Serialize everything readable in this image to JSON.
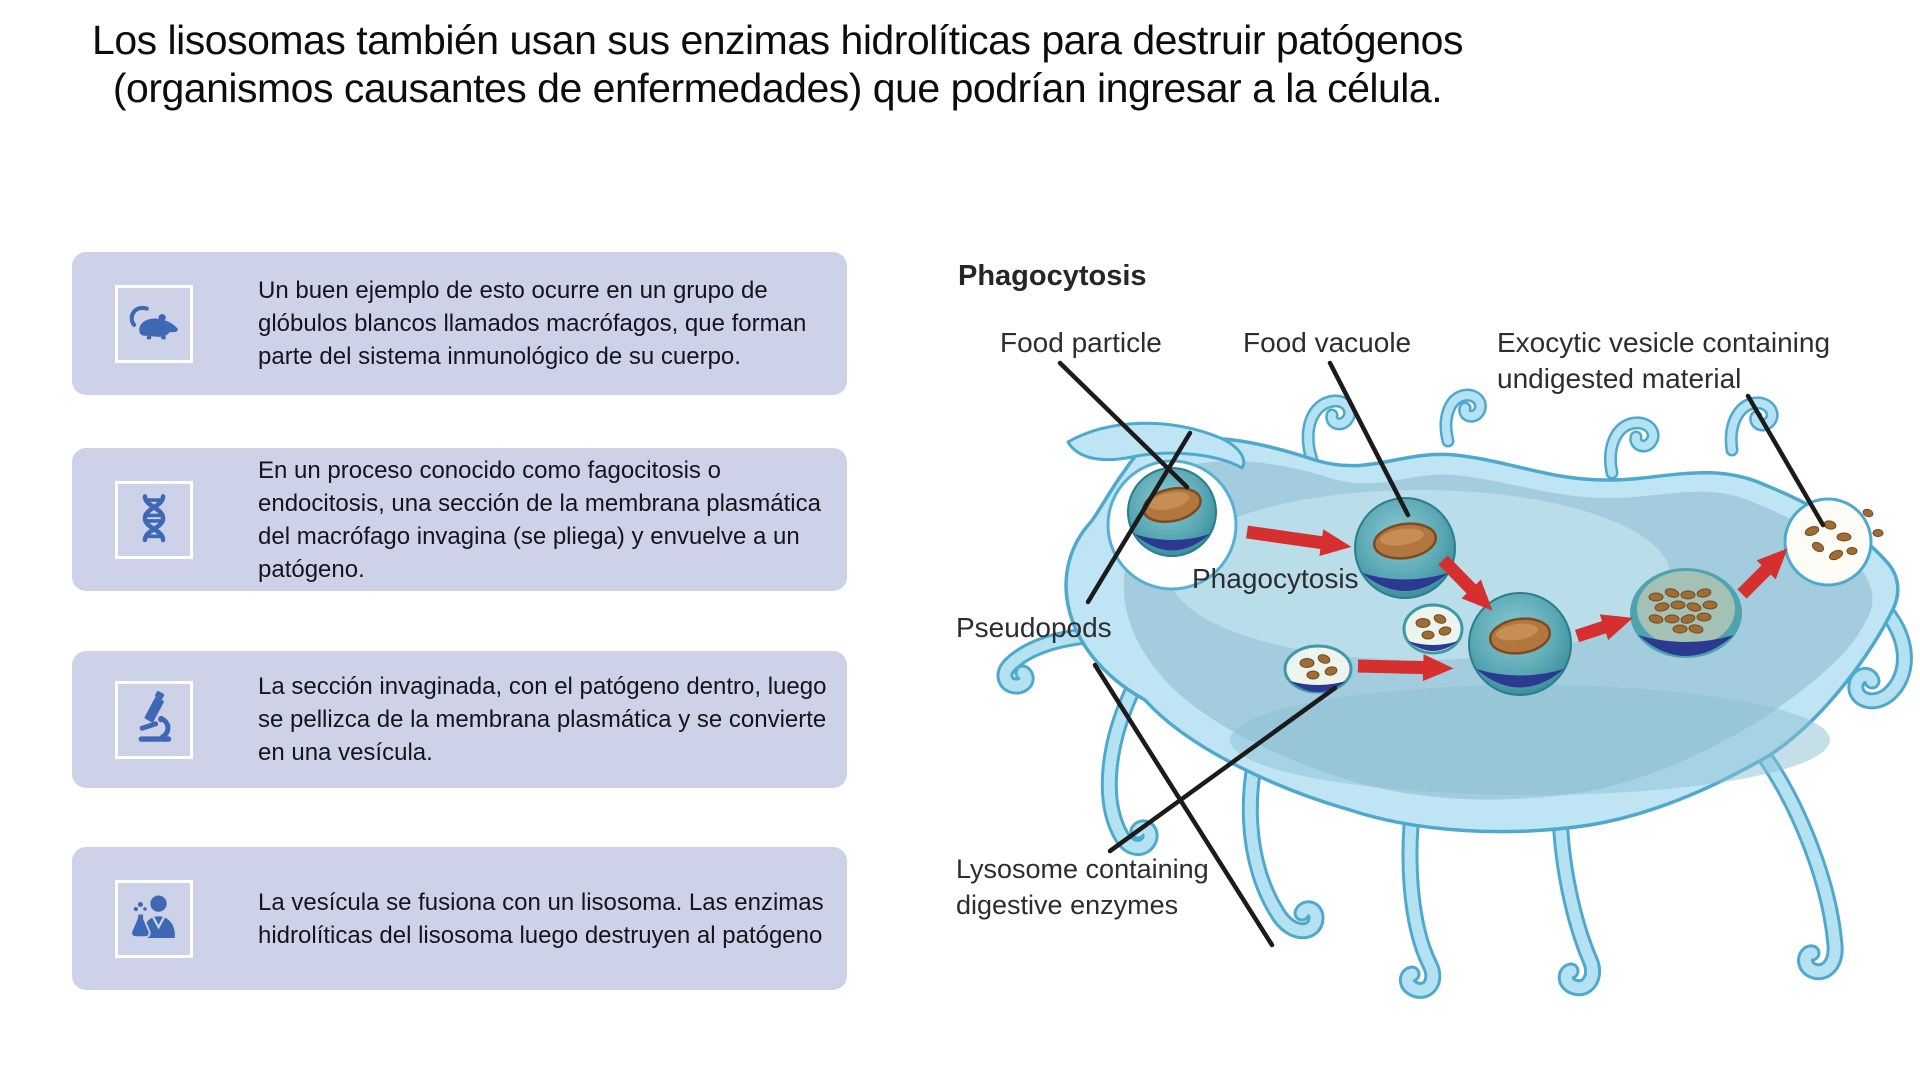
{
  "title": {
    "line1": "Los lisosomas también usan sus enzimas hidrolíticas para destruir patógenos",
    "line2": "(organismos causantes de enfermedades) que podrían ingresar a la célula."
  },
  "steps": [
    {
      "icon": "mouse-icon",
      "text": "Un buen ejemplo de esto ocurre en un grupo de glóbulos blancos llamados macrófagos, que forman parte del sistema inmunológico de su cuerpo."
    },
    {
      "icon": "dna-icon",
      "text": "En un proceso conocido como fagocitosis o endocitosis, una sección de la membrana plasmática del macrófago invagina (se pliega) y envuelve a un patógeno."
    },
    {
      "icon": "microscope-icon",
      "text": "La sección invaginada, con el patógeno dentro, luego se pellizca de la membrana plasmática y se convierte en una vesícula."
    },
    {
      "icon": "scientist-icon",
      "text": "La vesícula se fusiona con un lisosoma. Las enzimas hidrolíticas del lisosoma luego destruyen al patógeno"
    }
  ],
  "diagram": {
    "title": "Phagocytosis",
    "labels": {
      "food_particle": "Food particle",
      "food_vacuole": "Food vacuole",
      "exocytic_line1": "Exocytic vesicle containing",
      "exocytic_line2": "undigested material",
      "phagocytosis_inner": "Phagocytosis",
      "pseudopods": "Pseudopods",
      "lysosome_line1": "Lysosome containing",
      "lysosome_line2": "digestive enzymes"
    }
  },
  "colors": {
    "box_bg": "#cdd2e8",
    "icon_blue": "#3e68b3",
    "cell_fill": "#bfe5f4",
    "cell_outline": "#4fa9cc",
    "cytoplasm": "#a3cdde",
    "vesicle_navy": "#2b3990",
    "particle_brown": "#b2763f",
    "arrow_red": "#d62f2f",
    "label_dark": "#2d2d2d"
  }
}
